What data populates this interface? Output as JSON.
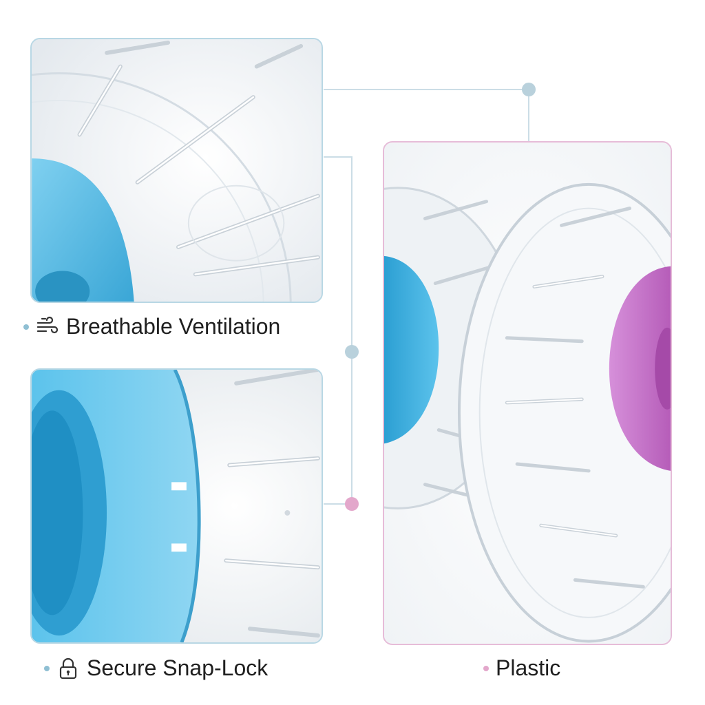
{
  "captions": {
    "ventilation": "Breathable Ventilation",
    "snaplock": "Secure Snap-Lock",
    "plastic": "Plastic"
  },
  "icons": {
    "ventilation": "wind-icon",
    "snaplock": "padlock-icon"
  },
  "colors": {
    "accent_blue": "#8fbfd3",
    "accent_pink": "#e3a7cb",
    "hub_blue": "#4fb8e3",
    "hub_pink": "#c673c9",
    "text": "#1f1f1f"
  }
}
